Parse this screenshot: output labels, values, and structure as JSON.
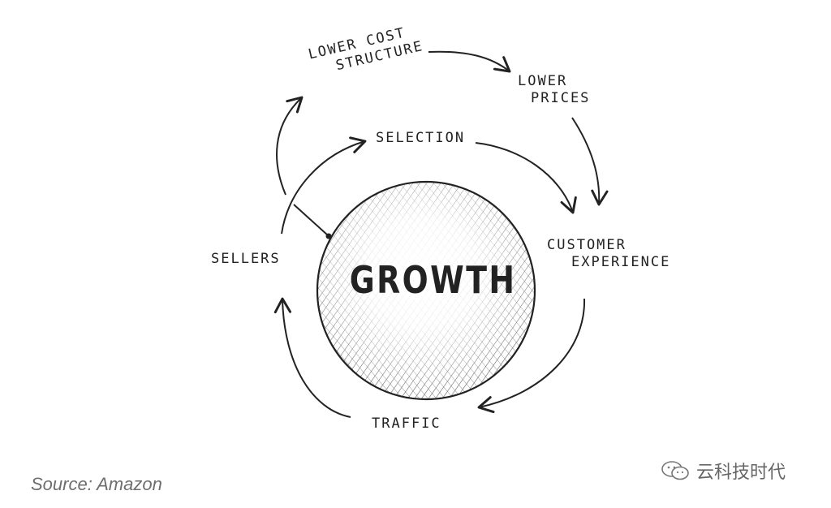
{
  "diagram": {
    "center": "GROWTH",
    "nodes": {
      "lower_cost_structure": [
        "LOWER COST",
        "STRUCTURE"
      ],
      "lower_prices": [
        "LOWER",
        "PRICES"
      ],
      "selection": "SELECTION",
      "customer_experience": [
        "CUSTOMER",
        "EXPERIENCE"
      ],
      "traffic": "TRAFFIC",
      "sellers": "SELLERS"
    }
  },
  "source": "Source: Amazon",
  "watermark": "云科技时代"
}
